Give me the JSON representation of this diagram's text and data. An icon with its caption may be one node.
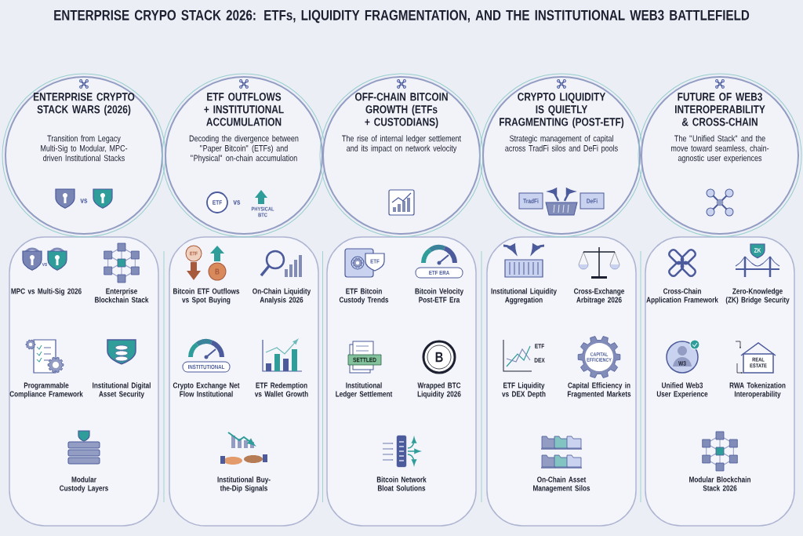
{
  "diagram": {
    "title": "ENTERPRISE CRYPO STACK 2026: ETFs, LIQUIDITY FRAGMENTATION, AND THE INSTITUTIONAL WEB3 BATTLEFIELD",
    "nodes": [
      {
        "text": [
          "ENTERPRISE CRYPTO STACK WARS (2026)",
          "Transition from Legacy Multi-Sig to Modular, MPC-driven Institutional Stacks"
        ]
      },
      {
        "text": [],
        "shape": "box"
      },
      {
        "text": [
          "MPC vs Multi-Sig 2026"
        ],
        "in": 1
      },
      {
        "text": [
          "Enterprise Blockchain Stack"
        ],
        "in": 1
      },
      {
        "text": [
          "Programmable Compliance Framework"
        ],
        "in": 1
      },
      {
        "text": [
          "Institutional Digital Asset Security"
        ],
        "in": 1
      },
      {
        "text": [
          "Modular Custody Layers"
        ],
        "in": 1
      },
      {
        "text": [
          "ETF OUTFLOWS + INSTITUTIONAL ACCUMULATION",
          "Decoding the divergence between \"Paper Bitcoin\" (ETFs) and \"Physical\" on-chain accumulation"
        ]
      },
      {
        "text": [],
        "shape": "box"
      },
      {
        "text": [
          "Bitcoin ETF Outflows vs Spot Buying"
        ],
        "in": 8
      },
      {
        "text": [
          "On-Chain Liquidity Analysis 2026"
        ],
        "in": 8
      },
      {
        "text": [
          "Crypto Exchange Net Flow Institutional"
        ],
        "in": 8
      },
      {
        "text": [
          "ETF Redemption vs Wallet Growth"
        ],
        "in": 8
      },
      {
        "text": [
          "Institutional Buy-the-Dip Signals"
        ],
        "in": 8
      },
      {
        "text": [
          "OFF-CHAIN BITCOIN GROWTH (ETFs + CUSTODIANS)",
          "The rise of internal ledger settlement and its impact on network velocity"
        ]
      },
      {
        "text": [],
        "shape": "box"
      },
      {
        "text": [
          "ETF Bitcoin Custody Trends"
        ],
        "in": 15
      },
      {
        "text": [
          "Bitcoin Velocity Post-ETF Era"
        ],
        "in": 15
      },
      {
        "text": [
          "Institutional Ledger Settlement"
        ],
        "in": 15
      },
      {
        "text": [
          "Wrapped BTC Liquidity 2026"
        ],
        "in": 15
      },
      {
        "text": [
          "Bitcoin Network Bloat Solutions"
        ],
        "in": 15
      },
      {
        "text": [
          "CRYPTO LIQUIDITY IS QUIETLY FRAGMENTING (POST-ETF)",
          "Strategic management of capital across TradFi silos and DeFi pools"
        ]
      },
      {
        "text": [],
        "shape": "box"
      },
      {
        "text": [
          "Institutional Liquidity Aggregation"
        ],
        "in": 22
      },
      {
        "text": [
          "Cross-Exchange Arbitrage 2026"
        ],
        "in": 22
      },
      {
        "text": [
          "ETF Liquidity vs DEX Depth"
        ],
        "in": 22
      },
      {
        "text": [
          "Capital Efficiency in Fragmented Markets"
        ],
        "in": 22
      },
      {
        "text": [
          "On-Chain Asset Management Silos"
        ],
        "in": 22
      },
      {
        "text": [
          "FUTURE OF WEB3 INTEROPERABILITY & CROSS-CHAIN",
          "The \"Unified Stack\" and the move toward seamless, chain-agnostic user experiences"
        ]
      },
      {
        "text": [],
        "shape": "box"
      },
      {
        "text": [
          "Cross-Chain Application Framework"
        ],
        "in": 29
      },
      {
        "text": [
          "Zero-Knowledge (ZK) Bridge Security"
        ],
        "in": 29
      },
      {
        "text": [
          "Unified Web3 User Experience"
        ],
        "in": 29
      },
      {
        "text": [
          "RWA Tokenization Interoperability"
        ],
        "in": 29
      },
      {
        "text": [
          "Modular Blockchain Stack 2026"
        ],
        "in": 29
      }
    ],
    "labels": [
      "vs",
      "vs",
      "ETF",
      "vs",
      "PHYSICAL BTC",
      "ETF",
      "B",
      "INSTITUTIONAL",
      "ETF",
      "ETF ERA",
      "SETTLED",
      "B",
      "TradFi",
      "DeFi",
      "ETF",
      "DEX",
      "CAPITAL EFFICIENCY",
      "ZK",
      "W3",
      "REAL ESTATE"
    ]
  }
}
